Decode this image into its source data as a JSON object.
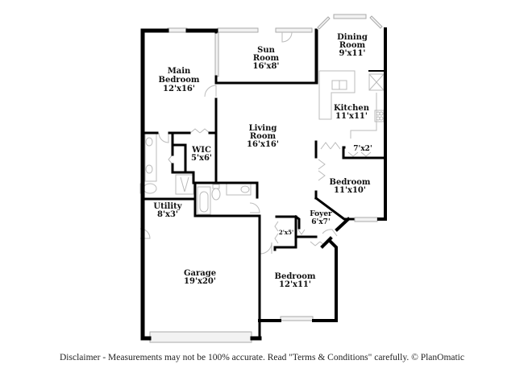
{
  "floor_plan": {
    "rooms": [
      {
        "id": "main-bedroom",
        "name_line1": "Main",
        "name_line2": "Bedroom",
        "dims": "12'x16'"
      },
      {
        "id": "sun-room",
        "name_line1": "Sun",
        "name_line2": "Room",
        "dims": "16'x8'"
      },
      {
        "id": "dining-room",
        "name_line1": "Dining",
        "name_line2": "Room",
        "dims": "9'x11'"
      },
      {
        "id": "kitchen",
        "name_line1": "Kitchen",
        "dims": "11'x11'"
      },
      {
        "id": "living-room",
        "name_line1": "Living",
        "name_line2": "Room",
        "dims": "16'x16'"
      },
      {
        "id": "wic",
        "name_line1": "WIC",
        "dims": "5'x6'"
      },
      {
        "id": "closet-7x2",
        "dims": "7'x2'"
      },
      {
        "id": "bedroom-2",
        "name_line1": "Bedroom",
        "dims": "11'x10'"
      },
      {
        "id": "utility",
        "name_line1": "Utility",
        "dims": "8'x3'"
      },
      {
        "id": "foyer",
        "name_line1": "Foyer",
        "dims": "6'x7'"
      },
      {
        "id": "closet-2x5",
        "dims": "2'x5'"
      },
      {
        "id": "garage",
        "name_line1": "Garage",
        "dims": "19'x20'"
      },
      {
        "id": "bedroom-3",
        "name_line1": "Bedroom",
        "dims": "12'x11'"
      }
    ]
  },
  "footer": {
    "disclaimer": "Disclaimer - Measurements may not be 100% accurate. Read \"Terms & Conditions\" carefully. © PlanOmatic"
  }
}
